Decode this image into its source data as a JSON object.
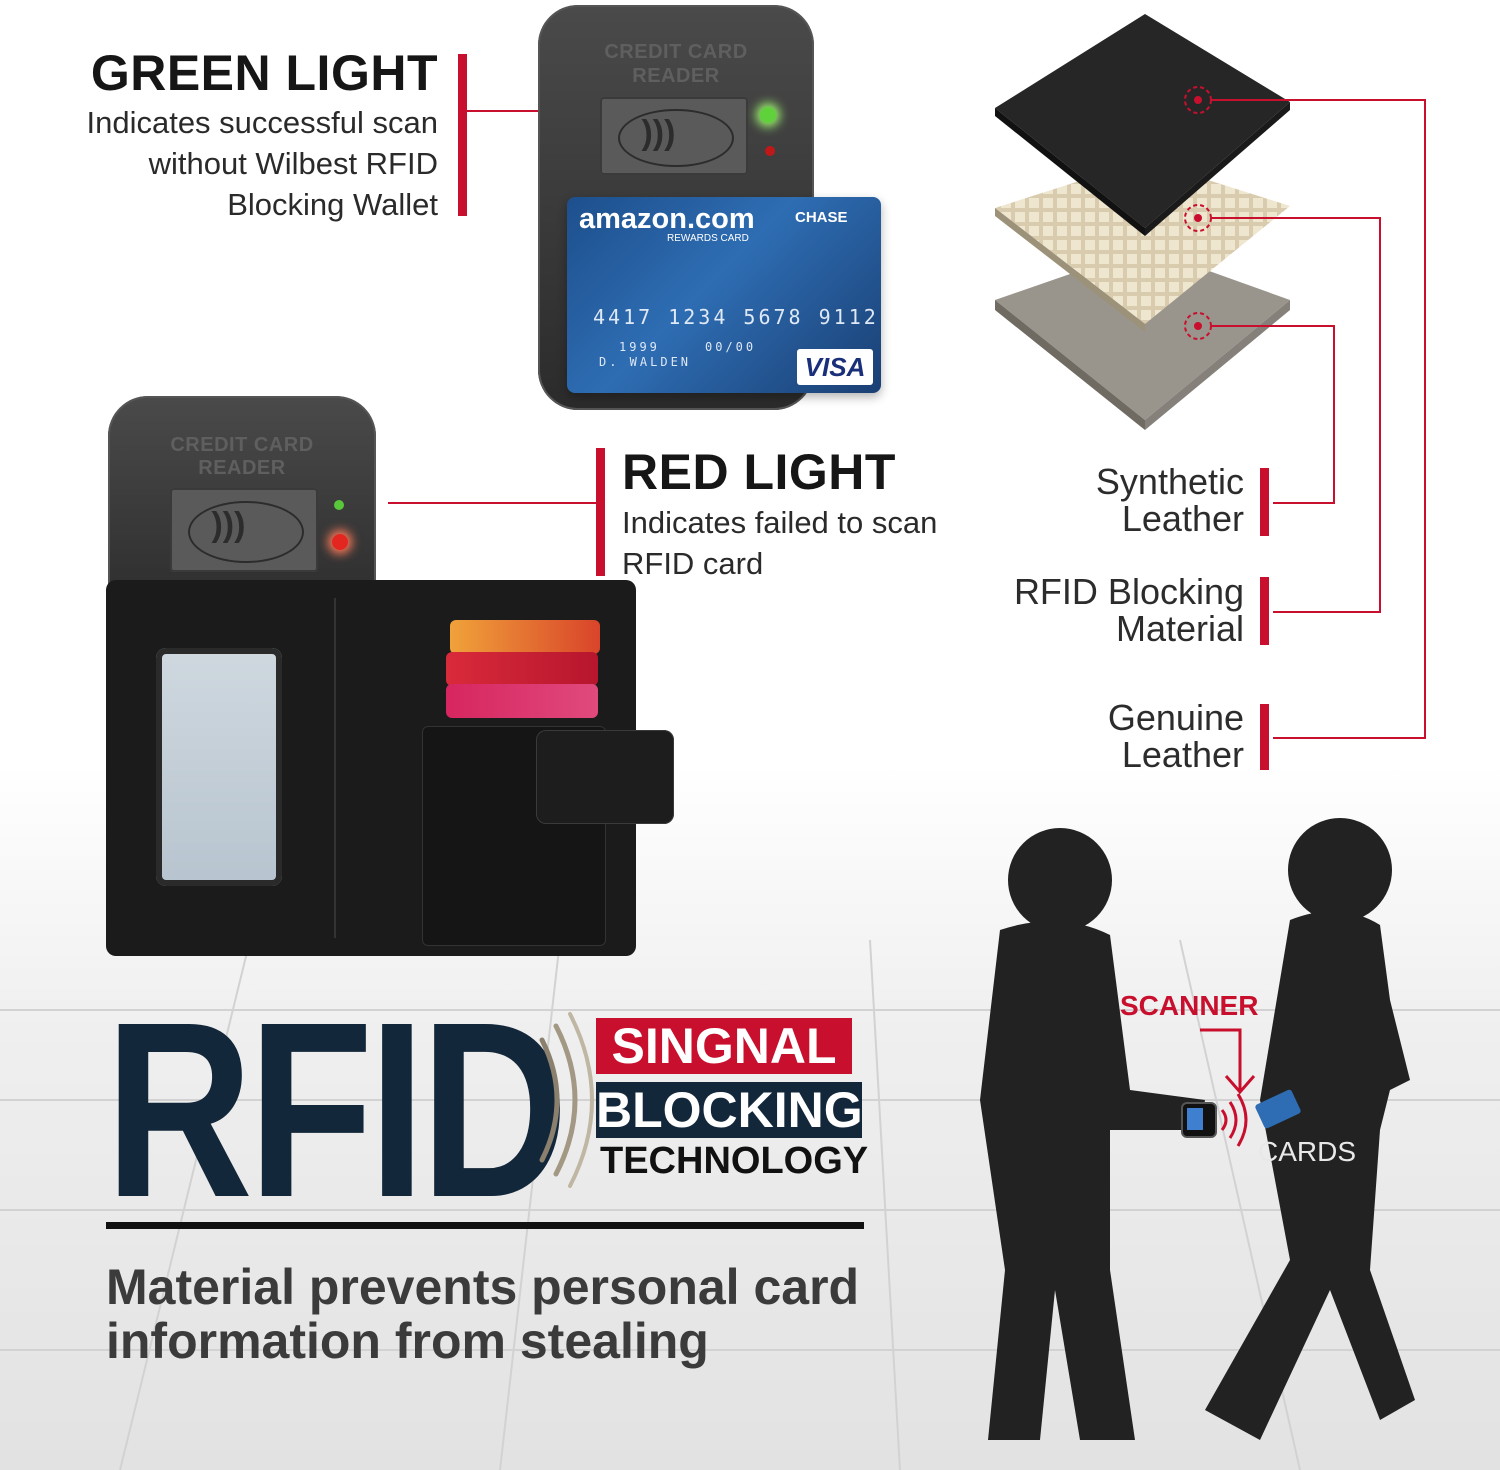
{
  "green_light": {
    "title": "GREEN LIGHT",
    "lines": [
      "Indicates successful scan",
      "without Wilbest RFID",
      "Blocking Wallet"
    ]
  },
  "red_light": {
    "title": "RED LIGHT",
    "lines": [
      "Indicates failed to scan",
      "RFID card"
    ]
  },
  "reader": {
    "label_line1": "CREDIT CARD",
    "label_line2": "READER"
  },
  "card": {
    "brand": "amazon.com",
    "sub": "REWARDS CARD",
    "issuer": "CHASE",
    "number": "4417 1234 5678 9112",
    "member_since": "1999",
    "good_thru": "00/00",
    "holder": "D. WALDEN",
    "network": "VISA"
  },
  "layers": [
    {
      "line1": "Synthetic",
      "line2": "Leather"
    },
    {
      "line1": "RFID Blocking",
      "line2": "Material"
    },
    {
      "line1": "Genuine",
      "line2": "Leather"
    }
  ],
  "rfid": {
    "big": "RFID",
    "tag1": "SINGNAL",
    "tag2": "BLOCKING",
    "tag3": "TECHNOLOGY",
    "tagline_1": "Material prevents personal card",
    "tagline_2": "information from stealing"
  },
  "illustration": {
    "scanner": "SCANNER",
    "cards": "CARDS"
  },
  "colors": {
    "accent_red": "#c8102e",
    "navy": "#13273a",
    "led_green": "#5fd13a",
    "led_red": "#e3261f"
  }
}
